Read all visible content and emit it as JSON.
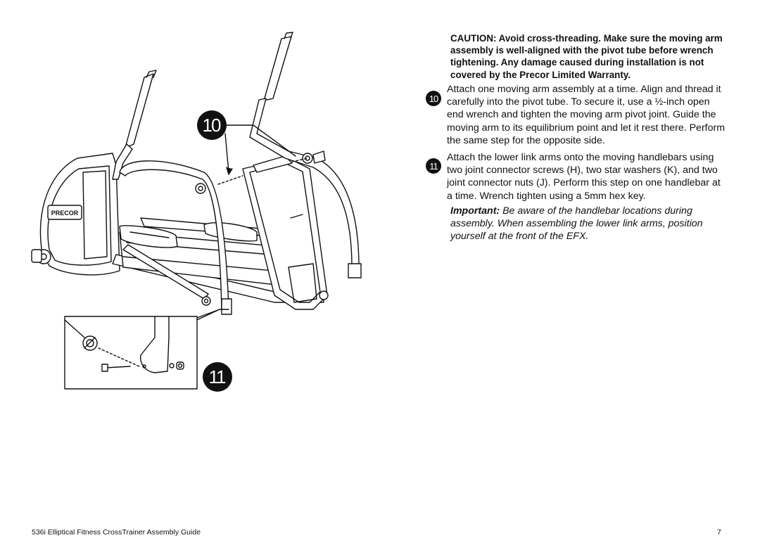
{
  "caution": "CAUTION: Avoid cross-threading. Make sure the moving arm assembly is well-aligned with the pivot tube before wrench tightening. Any damage caused during installation is not covered by the Precor Limited Warranty.",
  "steps": [
    {
      "number": "10",
      "text": "Attach one moving arm assembly at a time. Align and thread it carefully into the pivot tube. To secure it, use a ½-inch open end wrench and tighten the moving arm pivot joint. Guide the moving arm to its equilibrium point and let it rest there. Perform the same step for the opposite side."
    },
    {
      "number": "11",
      "text": "Attach the lower link arms onto the moving handlebars using two joint connector screws (H), two star washers (K), and two joint connector nuts (J). Perform this step on one handlebar at a time. Wrench tighten using a 5mm hex key."
    }
  ],
  "important": {
    "label": "Important:",
    "text": " Be aware of the handlebar locations during assembly. When assembling the lower link arms, position yourself at the front of the EFX."
  },
  "figure": {
    "callout_10": "10",
    "callout_11": "11",
    "logo_text": "PRECOR"
  },
  "footer": {
    "title": "536i Elliptical Fitness CrossTrainer Assembly Guide",
    "page": "7"
  }
}
